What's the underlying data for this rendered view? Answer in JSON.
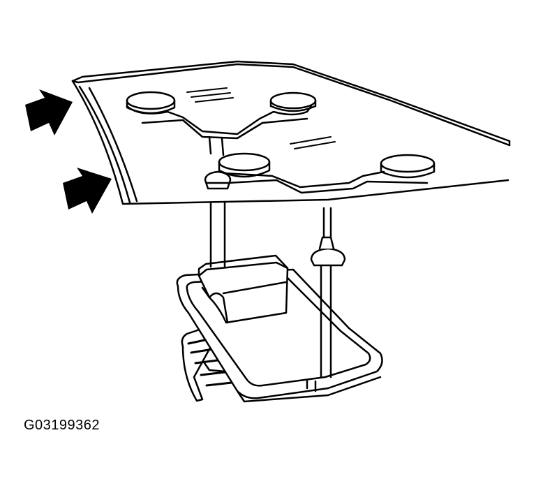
{
  "figure": {
    "id_label": "G03199362",
    "subject": "windshield-glass-lifter",
    "arrow_count": 2
  },
  "colors": {
    "line": "#000000",
    "background": "#ffffff"
  }
}
